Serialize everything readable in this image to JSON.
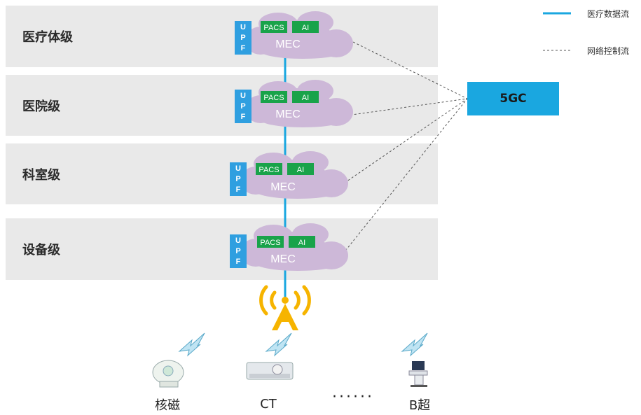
{
  "levels": [
    {
      "label": "医疗体级"
    },
    {
      "label": "医院级"
    },
    {
      "label": "科室级"
    },
    {
      "label": "设备级"
    }
  ],
  "node": {
    "upf_letters": [
      "U",
      "P",
      "F"
    ],
    "pacs": "PACS",
    "ai": "AI",
    "mec": "MEC"
  },
  "core": {
    "label": "5GC"
  },
  "legend": {
    "data_flow": "医疗数据流",
    "control_flow": "网络控制流"
  },
  "devices": [
    {
      "label": "核磁",
      "icon": "mri-scanner-icon"
    },
    {
      "label": "CT",
      "icon": "ct-scanner-icon"
    },
    {
      "label": "B超",
      "icon": "ultrasound-machine-icon"
    }
  ],
  "ellipsis": "······",
  "colors": {
    "data_line": "#1aa7e0",
    "core_box": "#1aa7e0",
    "upf": "#2f9fe0",
    "app_box": "#19a34a",
    "cloud": "#cdb8d8",
    "band": "#e9e9e9",
    "antenna": "#f6b400"
  }
}
